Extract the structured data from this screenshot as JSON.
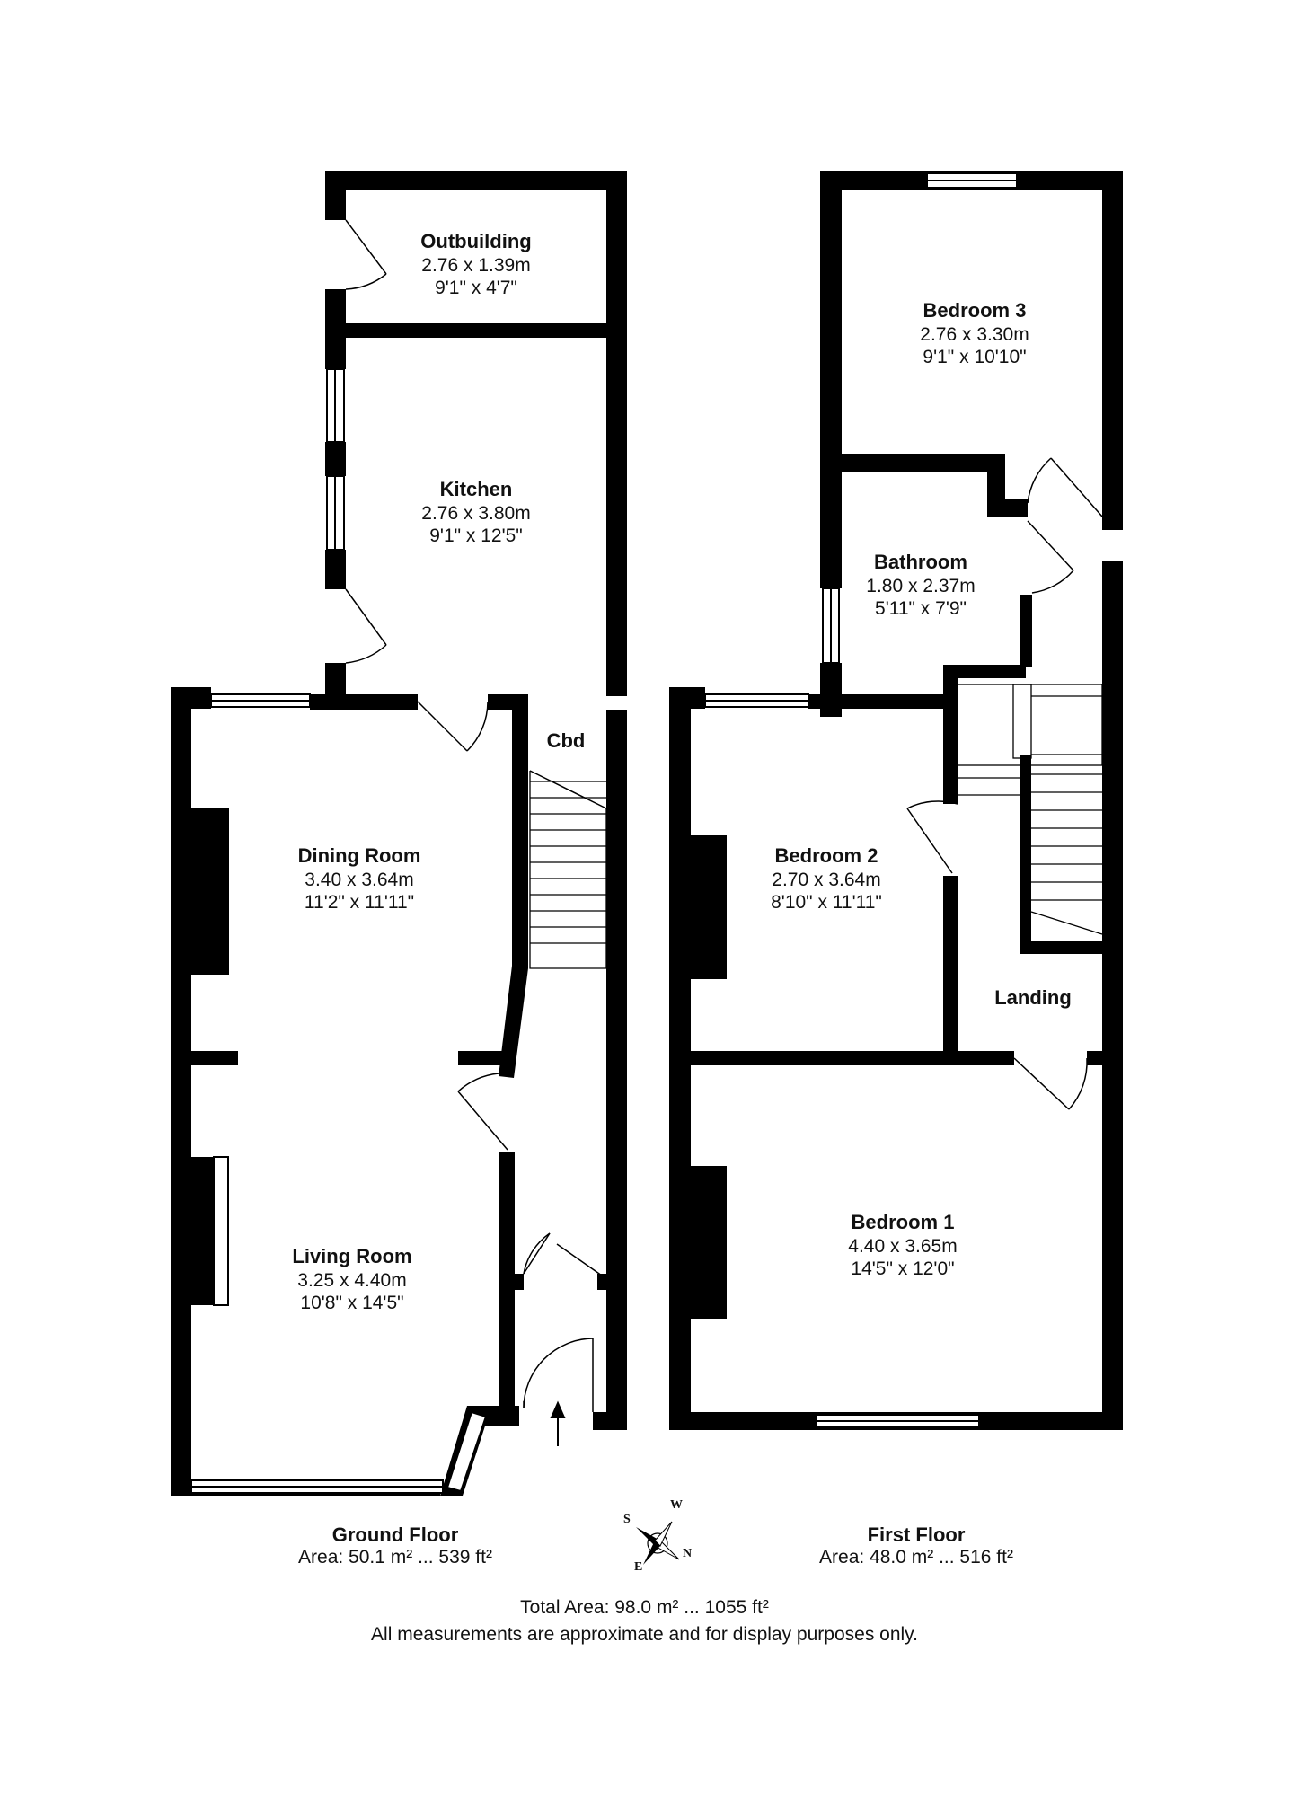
{
  "rooms": {
    "outbuilding": {
      "name": "Outbuilding",
      "metric": "2.76 x 1.39m",
      "imperial": "9'1\" x 4'7\""
    },
    "kitchen": {
      "name": "Kitchen",
      "metric": "2.76 x 3.80m",
      "imperial": "9'1\" x 12'5\""
    },
    "cupboard": {
      "name": "Cbd"
    },
    "dining_room": {
      "name": "Dining Room",
      "metric": "3.40 x 3.64m",
      "imperial": "11'2\" x 11'11\""
    },
    "living_room": {
      "name": "Living Room",
      "metric": "3.25 x 4.40m",
      "imperial": "10'8\" x 14'5\""
    },
    "bedroom3": {
      "name": "Bedroom 3",
      "metric": "2.76 x 3.30m",
      "imperial": "9'1\" x 10'10\""
    },
    "bathroom": {
      "name": "Bathroom",
      "metric": "1.80 x 2.37m",
      "imperial": "5'11\" x 7'9\""
    },
    "bedroom2": {
      "name": "Bedroom 2",
      "metric": "2.70 x 3.64m",
      "imperial": "8'10\" x 11'11\""
    },
    "landing": {
      "name": "Landing"
    },
    "bedroom1": {
      "name": "Bedroom 1",
      "metric": "4.40 x 3.65m",
      "imperial": "14'5\" x 12'0\""
    }
  },
  "floors": {
    "ground": {
      "name": "Ground Floor",
      "area": "Area: 50.1 m² ... 539 ft²"
    },
    "first": {
      "name": "First Floor",
      "area": "Area: 48.0 m² ... 516 ft²"
    }
  },
  "compass": {
    "w": "W",
    "s": "S",
    "n": "N",
    "e": "E"
  },
  "footer": {
    "total": "Total Area: 98.0 m² ... 1055 ft²",
    "disclaimer": "All measurements are approximate and for display purposes only."
  }
}
